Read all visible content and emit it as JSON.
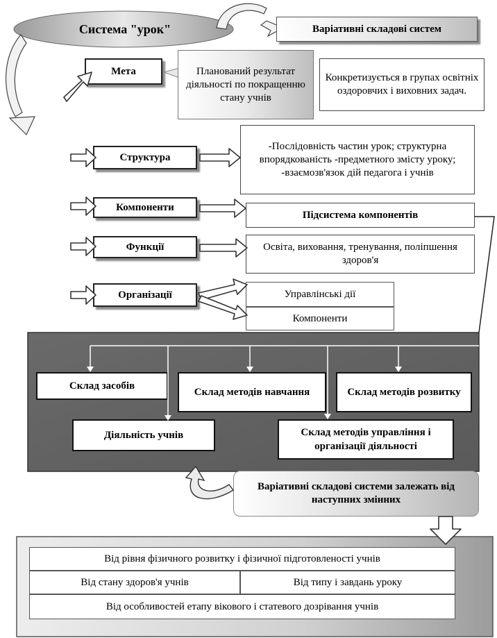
{
  "title": "Система \"урок\"",
  "variative_header": "Варіативні складові систем",
  "meta": {
    "label": "Мета",
    "callout": "Планований результат діяльності по покращенню стану учнів",
    "concrete": "Конкретизується в групах освітніх оздоровчих і виховних задач."
  },
  "structure": {
    "label": "Структура",
    "description": "-Послідовність частин урок; структурна впорядкованість -предметного змісту уроку; -взаємозв'язок дій педагога і учнів"
  },
  "components": {
    "label": "Компоненти",
    "description": "Підсистема компонентів"
  },
  "functions": {
    "label": "Функції",
    "description": "Освіта, виховання, тренування, поліпшення здоров'я"
  },
  "organization": {
    "label": "Організації",
    "items": [
      "Управлінські дії",
      "Компоненти"
    ]
  },
  "subsystem": {
    "means": "Склад засобів",
    "teaching_methods": "Склад методів навчання",
    "development_methods": "Склад методів розвитку",
    "activity": "Діяльність учнів",
    "management_methods": "Склад методів управління і організації діяльності"
  },
  "dependency_callout": "Варіативні складові системи залежать від наступних змінних",
  "variables": {
    "row1": "Від рівня фізичного розвитку і фізичної підготовленості учнів",
    "row2_left": "Від стану здоров'я учнів",
    "row2_right": "Від типу і завдань уроку",
    "row3": "Від особливостей етапу вікового і статевого дозрівання учнів"
  }
}
